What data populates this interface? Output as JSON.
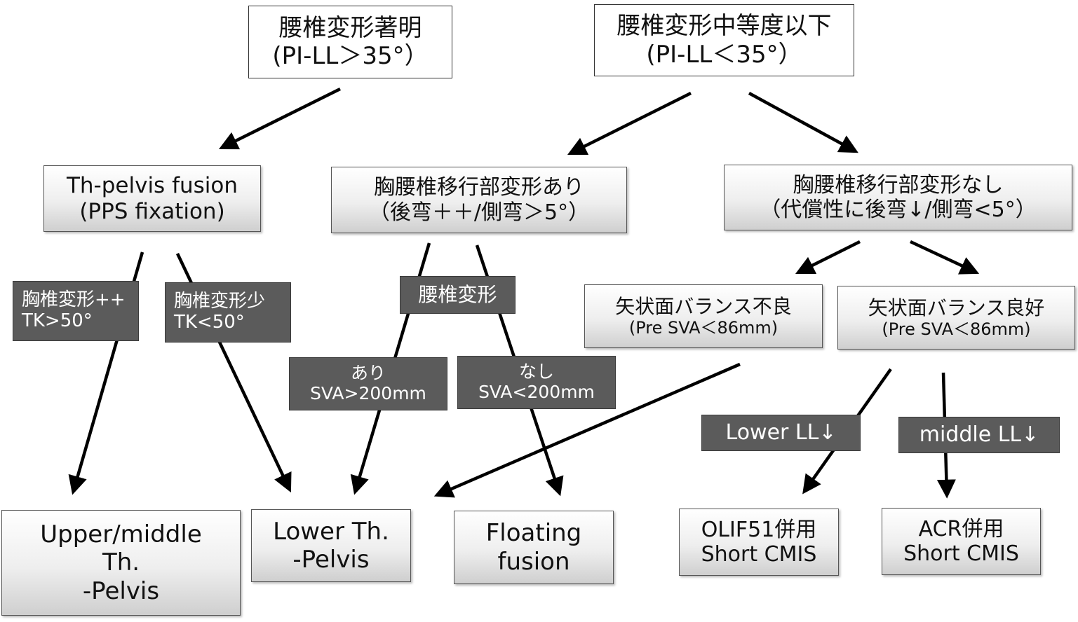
{
  "top": {
    "marked": {
      "line1": "腰椎変形著明",
      "line2": "(PI-LL＞35°）"
    },
    "moderate": {
      "line1": "腰椎変形中等度以下",
      "line2": "(PI-LL＜35°）"
    }
  },
  "mid": {
    "th_pelvis": {
      "line1": "Th-pelvis fusion",
      "line2": "(PPS fixation)"
    },
    "tl_with": {
      "line1": "胸腰椎移行部変形あり",
      "line2": "（後弯＋＋/側弯＞5°）"
    },
    "tl_without": {
      "line1": "胸腰椎移行部変形なし",
      "line2": "（代償性に後弯↓/側弯<5°）"
    }
  },
  "sagittal": {
    "poor": {
      "line1": "矢状面バランス不良",
      "line2": "(Pre SVA＜86mm)"
    },
    "good": {
      "line1": "矢状面バランス良好",
      "line2": "(Pre SVA＜86mm)"
    }
  },
  "labels": {
    "thoracic_plus": {
      "line1": "胸椎変形++",
      "line2": "TK>50°"
    },
    "thoracic_less": {
      "line1": "胸椎変形少",
      "line2": "TK<50°"
    },
    "lumbar_deform": {
      "line1": "腰椎変形"
    },
    "present": {
      "line1": "あり",
      "line2": "SVA>200mm"
    },
    "absent": {
      "line1": "なし",
      "line2": "SVA<200mm"
    },
    "lower_ll": {
      "line1": "Lower LL↓"
    },
    "middle_ll": {
      "line1": "middle LL↓"
    }
  },
  "outcomes": {
    "upper_middle": {
      "line1": "Upper/middle",
      "line2": "Th.",
      "line3": "-Pelvis"
    },
    "lower_th": {
      "line1": "Lower Th.",
      "line2": "-Pelvis"
    },
    "floating": {
      "line1": "Floating",
      "line2": "fusion"
    },
    "olif": {
      "line1": "OLIF51併用",
      "line2": "Short CMIS"
    },
    "acr": {
      "line1": "ACR併用",
      "line2": "Short CMIS"
    }
  },
  "colors": {
    "arrow": "#000000",
    "label_bg": "#5b5b5b",
    "box_gradient_bottom": "#cfcfcf"
  }
}
